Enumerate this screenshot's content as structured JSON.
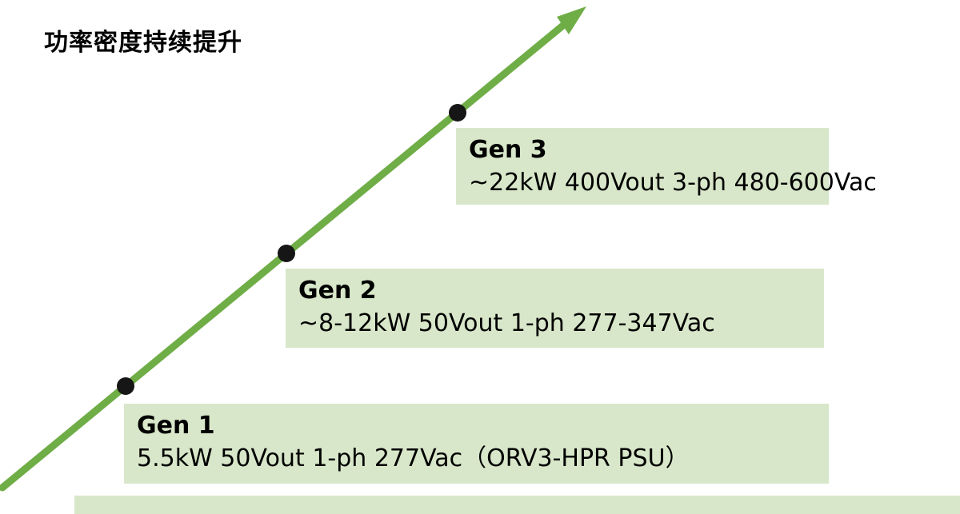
{
  "title": "功率密度持续提升",
  "generations": [
    {
      "name": "Gen 1",
      "spec": "5.5kW 50Vout 1-ph 277Vac（ORV3-HPR PSU）"
    },
    {
      "name": "Gen 2",
      "spec": "~8-12kW 50Vout 1-ph 277-347Vac"
    },
    {
      "name": "Gen 3",
      "spec": "~22kW 400Vout 3-ph 480-600Vac"
    }
  ],
  "colors": {
    "arrow_green": "#6fad47",
    "box_background": "#d8e7c9",
    "dot_black": "#161616",
    "bottom_bar": "#d8e7c9",
    "text": "#000000"
  },
  "chart_data": {
    "type": "line",
    "title": "功率密度持续提升",
    "categories": [
      "Gen 1",
      "Gen 2",
      "Gen 3"
    ],
    "values": [
      5.5,
      12,
      22
    ],
    "annotations": [
      "Gen 1: 5.5kW 50Vout 1-ph 277Vac（ORV3-HPR PSU）",
      "Gen 2: ~8-12kW 50Vout 1-ph 277-347Vac",
      "Gen 3: ~22kW 400Vout 3-ph 480-600Vac"
    ],
    "trend": "increasing power density across PSU generations"
  }
}
